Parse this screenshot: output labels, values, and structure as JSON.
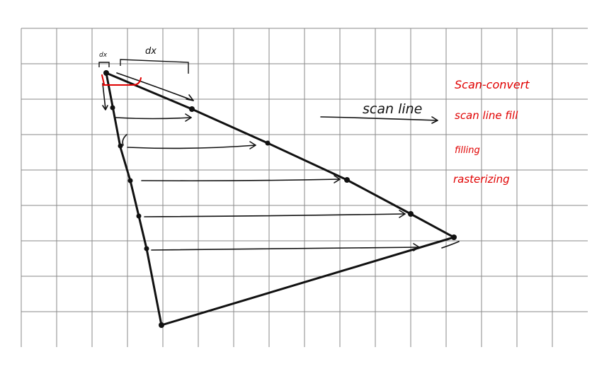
{
  "colors": {
    "background": "#ffffff",
    "grid": "#8a8a8a",
    "ink": "#111111",
    "annotation": "#e00000"
  },
  "labels": {
    "small_dx": "dx",
    "big_dx": "dx",
    "scan_line": "scan line"
  },
  "notes": [
    "Scan-convert",
    "scan line fill",
    "filling",
    "rasterizing"
  ]
}
